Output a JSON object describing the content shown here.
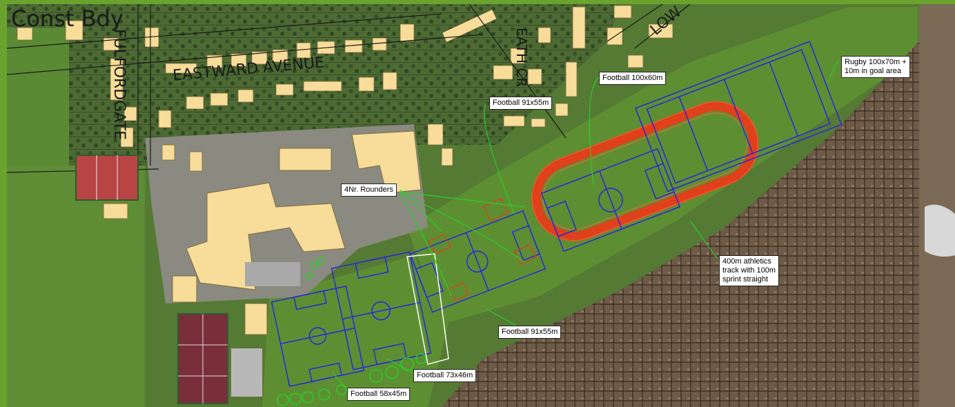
{
  "map": {
    "street_labels": {
      "const_bdy": "Const Bdy",
      "fulfordgate": "FULFORDGATE",
      "eastward_avenue": "EASTWARD AVENUE",
      "eath_cr": "EATH CR",
      "low": "LOW"
    },
    "callouts": {
      "rugby": "Rugby 100x70m +\n10m in goal area",
      "football_100x60": "Football 100x60m",
      "football_91x55_top": "Football 91x55m",
      "rounders": "4Nr. Rounders",
      "athletics": "400m athletics\ntrack with 100m\nsprint straight",
      "football_91x55_bottom": "Football 91x55m",
      "football_73x46": "Football 73x46m",
      "football_58x45": "Football 58x45m"
    },
    "colors": {
      "frame_green": "#6aa22e",
      "grass": "#4f7d2a",
      "field_light": "#5d8f32",
      "pitch_line": "#2b2bd6",
      "running_track": "#e0401a",
      "building": "#f7dc9a",
      "callout_leader": "#27d127",
      "tennis_court_red": "#b84444",
      "tennis_court_maroon": "#7a2e3a",
      "estate_ground": "#6f5a44"
    }
  }
}
